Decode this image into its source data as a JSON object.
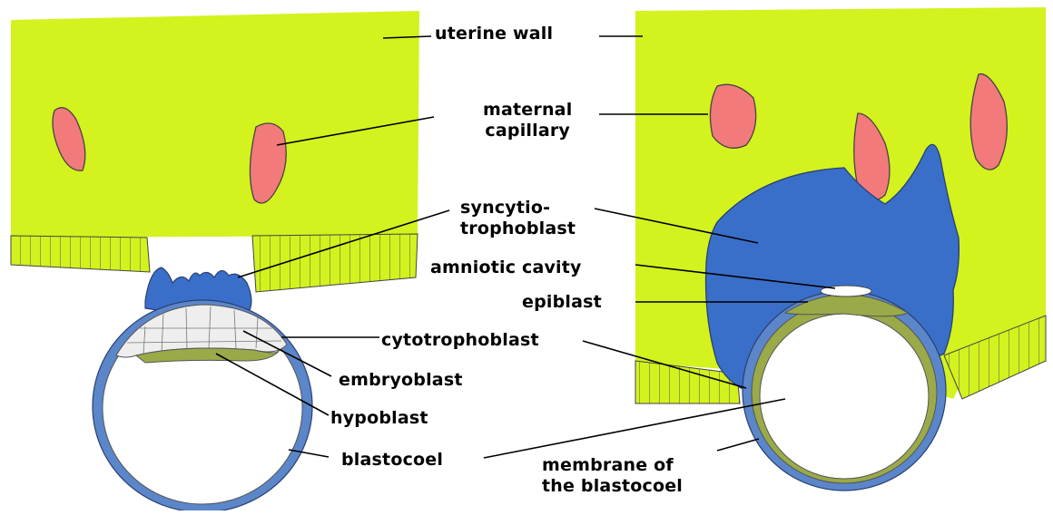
{
  "labels": {
    "uterine_wall": "uterine wall",
    "maternal_capillary": "maternal\ncapillary",
    "syncytiotrophoblast": "syncytio-\ntrophoblast",
    "amniotic_cavity": "amniotic cavity",
    "epiblast": "epiblast",
    "cytotrophoblast": "cytotrophoblast",
    "embryoblast": "embryoblast",
    "hypoblast": "hypoblast",
    "blastocoel": "blastocoel",
    "membrane_of_blastocoel": "membrane of\nthe blastocoel"
  },
  "colors": {
    "uterine_wall": "#d4f21e",
    "capillary": "#f27a7a",
    "syncytiotrophoblast": "#3a6fc9",
    "cytotrophoblast": "#5b86c9",
    "embryoblast": "#eeeeee",
    "hypoblast": "#9aaa48",
    "outline": "#333333"
  }
}
